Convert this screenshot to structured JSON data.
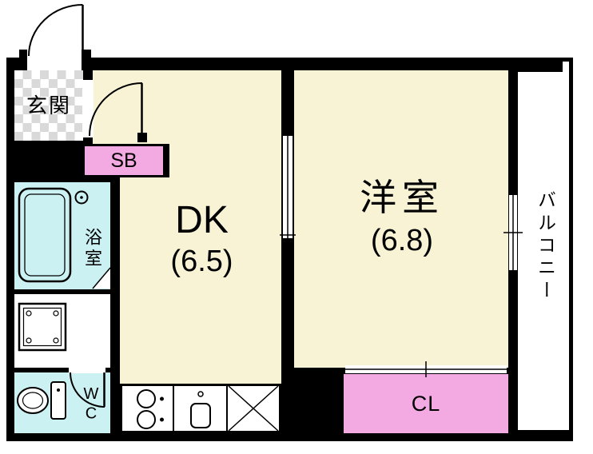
{
  "plan": {
    "rooms": {
      "entrance": {
        "label": "玄関"
      },
      "shoe_box": {
        "label": "SB"
      },
      "bathroom": {
        "label": "浴室"
      },
      "toilet": {
        "label": "WC"
      },
      "dining_kitchen": {
        "label": "DK",
        "size": "(6.5)"
      },
      "western_room": {
        "label": "洋室",
        "size": "(6.8)"
      },
      "closet": {
        "label": "CL"
      },
      "balcony": {
        "label": "バルコニー"
      }
    },
    "colors": {
      "wall": "#000000",
      "room_fill": "#F8F3D5",
      "storage_fill": "#F3A9E1",
      "wet_area_fill": "#CBF1F3",
      "entrance_tile": "#D9D9D9"
    }
  }
}
